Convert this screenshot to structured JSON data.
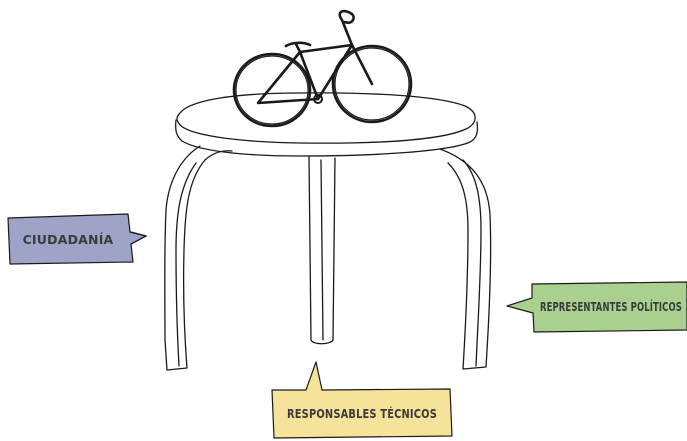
{
  "diagram": {
    "center_object": "bicycle",
    "support_object": "three-legged stool",
    "labels": {
      "citizens": {
        "text": "CIUDADANÍA",
        "color": "#9ea3c8"
      },
      "politicians": {
        "text": "REPRESENTANTES POLÍTICOS",
        "color": "#a9d08e"
      },
      "technicians": {
        "text": "RESPONSABLES TÉCNICOS",
        "color": "#f6e39a"
      }
    },
    "line_color": "#1a1a1a"
  }
}
